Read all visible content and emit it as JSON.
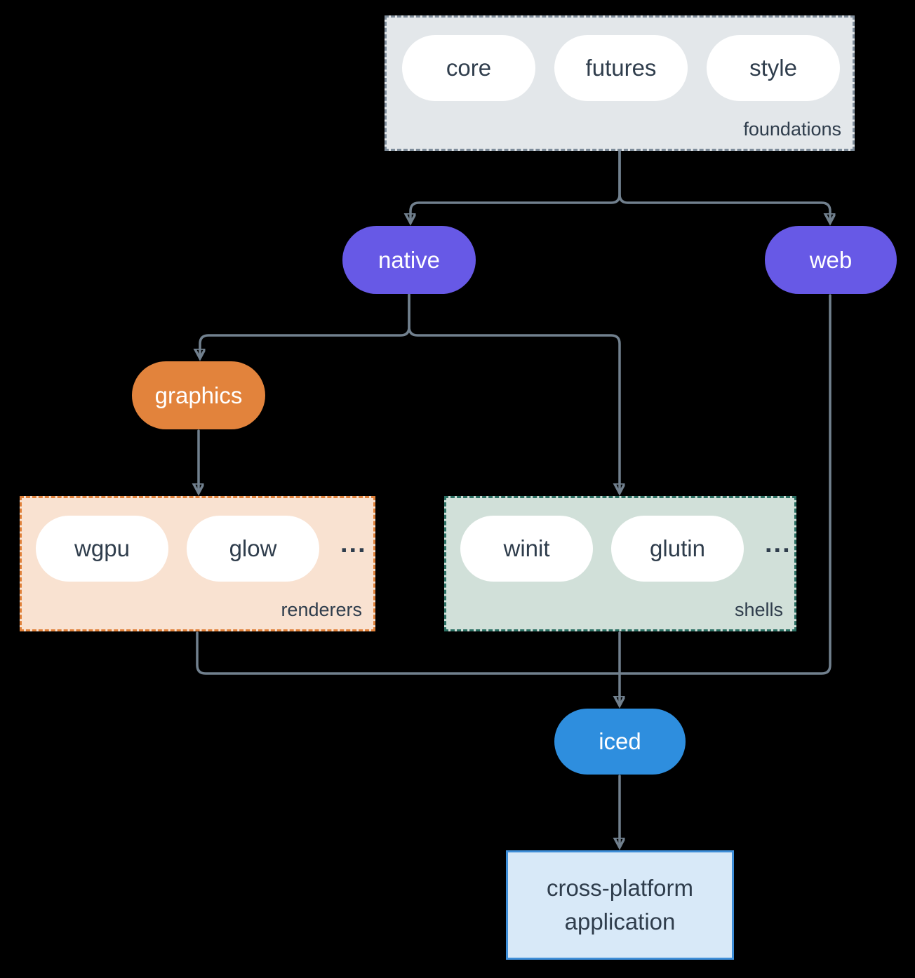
{
  "palette": {
    "background": "#000000",
    "arrow": "#71808e",
    "node_purple": "#6759e6",
    "node_orange": "#e2833c",
    "node_blue": "#2e8ede",
    "pill_bg": "#ffffff",
    "text_dark": "#2f3d4c",
    "foundations_bg": "#e3e7ea",
    "foundations_border": "#7e8c9a",
    "renderers_bg": "#f9e2d1",
    "renderers_border": "#e0813a",
    "shells_bg": "#d1e0d9",
    "shells_border": "#2b6f63",
    "application_bg": "#d8e9f8",
    "application_border": "#3e8ed8"
  },
  "groups": {
    "foundations": {
      "label": "foundations",
      "items": [
        "core",
        "futures",
        "style"
      ]
    },
    "renderers": {
      "label": "renderers",
      "items": [
        "wgpu",
        "glow"
      ],
      "ellipsis": "..."
    },
    "shells": {
      "label": "shells",
      "items": [
        "winit",
        "glutin"
      ],
      "ellipsis": "..."
    }
  },
  "nodes": {
    "native": {
      "label": "native"
    },
    "web": {
      "label": "web"
    },
    "graphics": {
      "label": "graphics"
    },
    "iced": {
      "label": "iced"
    },
    "application": {
      "label": "cross-platform application"
    }
  }
}
